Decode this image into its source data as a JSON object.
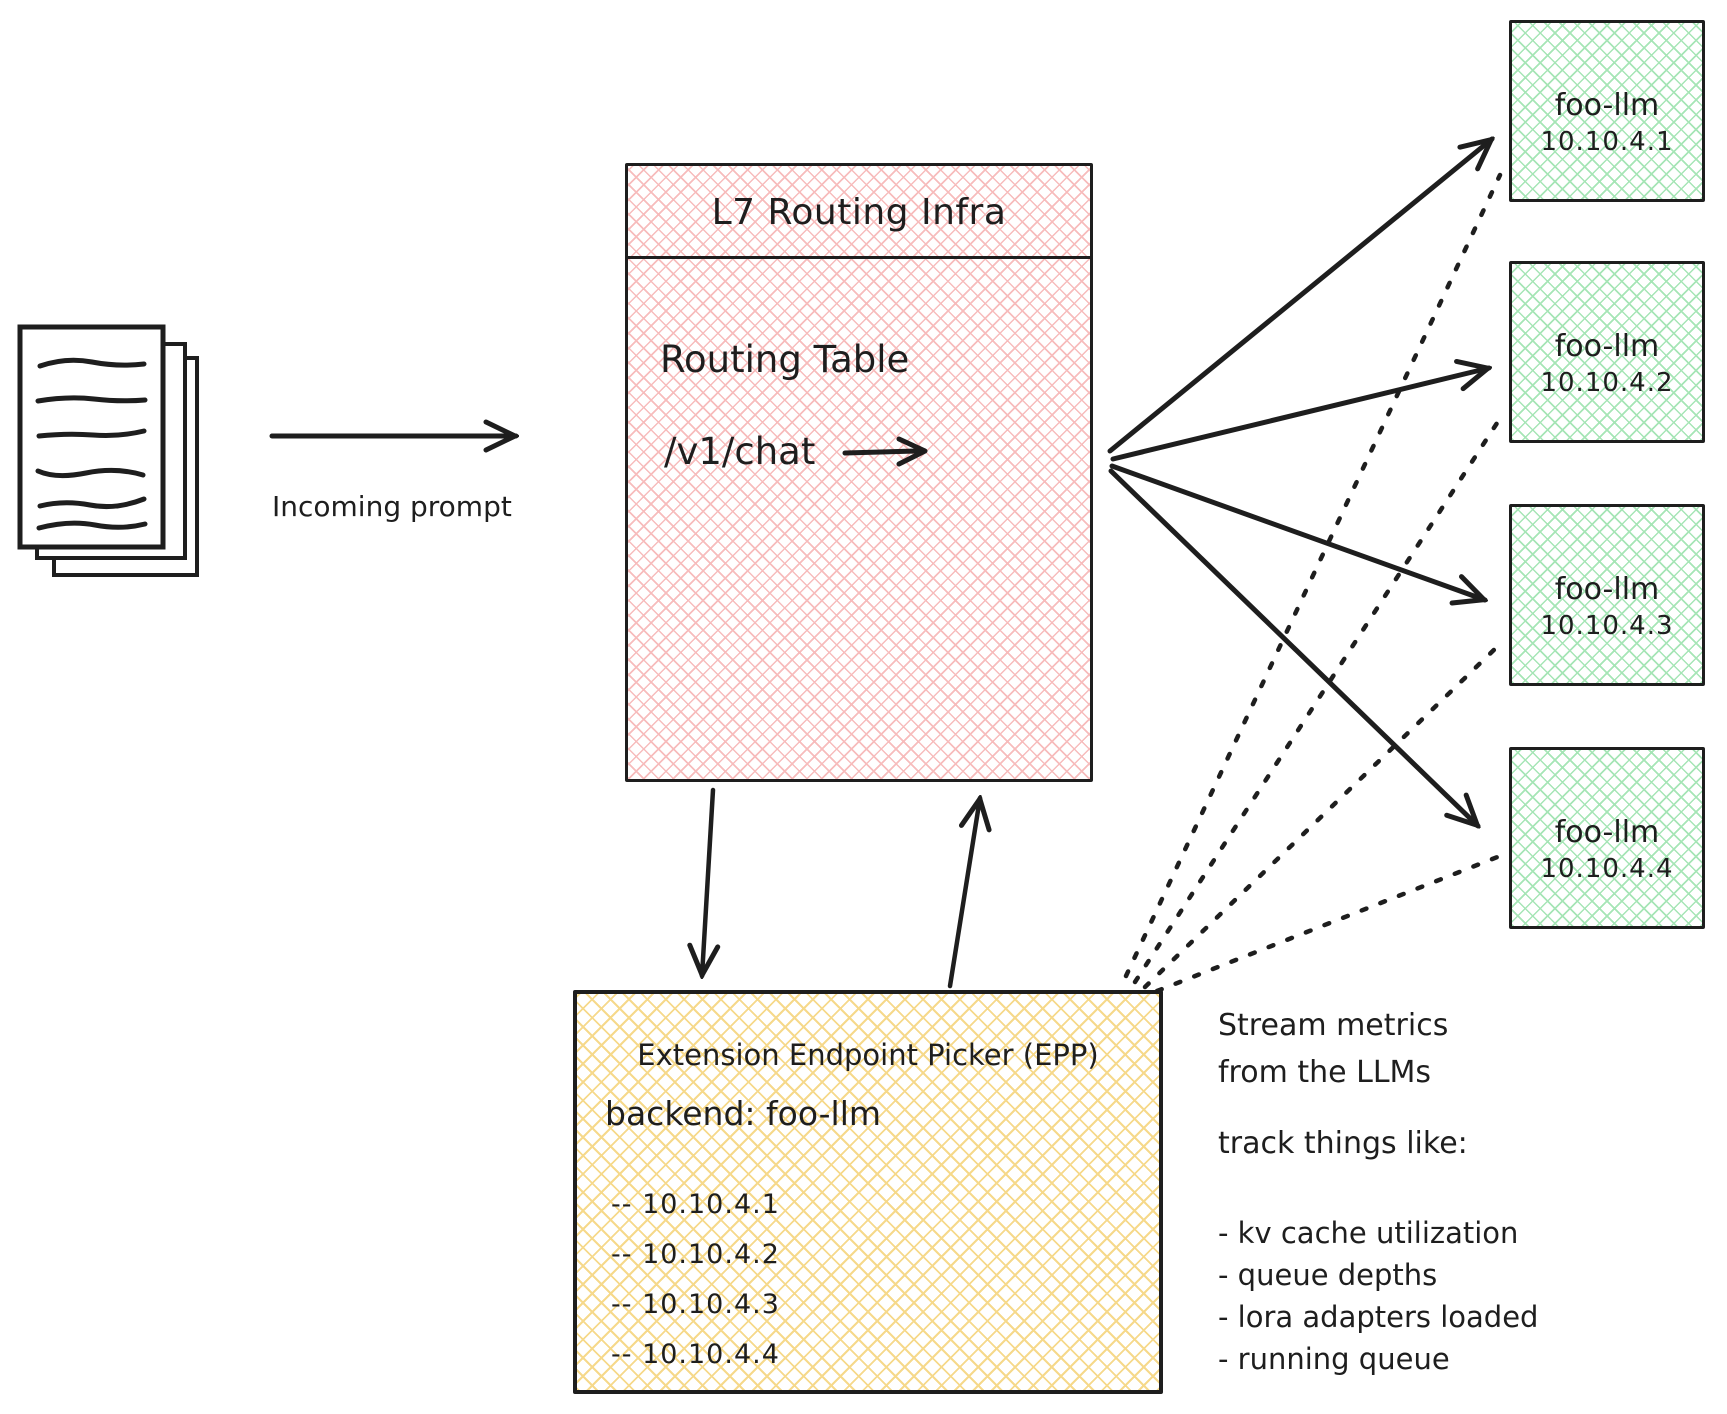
{
  "incoming": {
    "label": "Incoming prompt"
  },
  "routing_box": {
    "title": "L7 Routing Infra",
    "line1": "Routing Table",
    "line2": "/v1/chat"
  },
  "llm_boxes": [
    {
      "name": "foo-llm",
      "ip": "10.10.4.1"
    },
    {
      "name": "foo-llm",
      "ip": "10.10.4.2"
    },
    {
      "name": "foo-llm",
      "ip": "10.10.4.3"
    },
    {
      "name": "foo-llm",
      "ip": "10.10.4.4"
    }
  ],
  "epp_box": {
    "title": "Extension Endpoint Picker (EPP)",
    "backend": "backend: foo-llm",
    "endpoints": [
      "-- 10.10.4.1",
      "-- 10.10.4.2",
      "-- 10.10.4.3",
      "-- 10.10.4.4"
    ]
  },
  "notes": {
    "stream1": "Stream metrics",
    "stream2": "from the LLMs",
    "track": "track things like:",
    "bullets": [
      "- kv cache utilization",
      "- queue depths",
      "- lora adapters loaded",
      "- running queue"
    ]
  },
  "colors": {
    "ink": "#1e1e1e",
    "routing_fill": "#f7bcbc",
    "llm_fill": "#a6e5b6",
    "epp_fill": "#f6d98b",
    "background": "#ffffff"
  }
}
